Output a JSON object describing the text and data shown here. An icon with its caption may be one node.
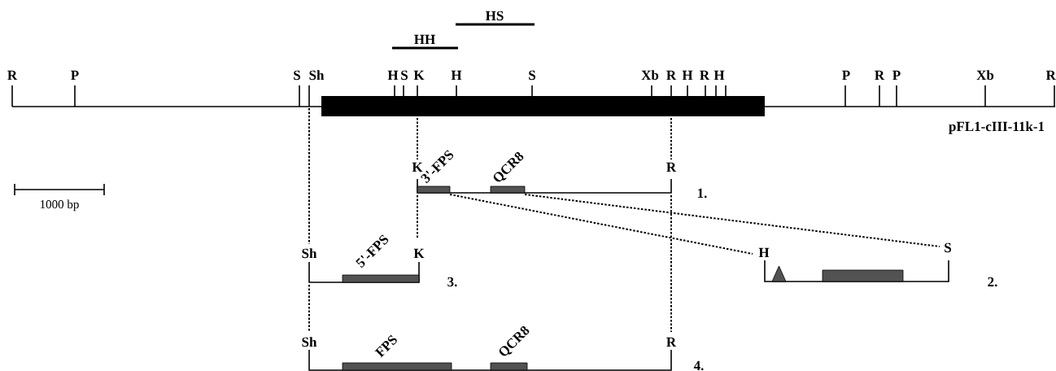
{
  "diagram": {
    "labels": [
      "HS",
      "HH",
      "R",
      "P",
      "S",
      "Sh",
      "H",
      "S",
      "K",
      "H",
      "S",
      "Xb",
      "R",
      "H",
      "R",
      "H",
      "P",
      "R",
      "P",
      "Xb",
      "R",
      "pFL1-cIII-11k-1",
      "K",
      "3'-FPS",
      "QCR8",
      "R",
      "1.",
      "1000 bp",
      "H",
      "S",
      "2.",
      "Sh",
      "5'-FPS",
      "K",
      "3.",
      "Sh",
      "FPS",
      "QCR8",
      "R",
      "4."
    ]
  }
}
